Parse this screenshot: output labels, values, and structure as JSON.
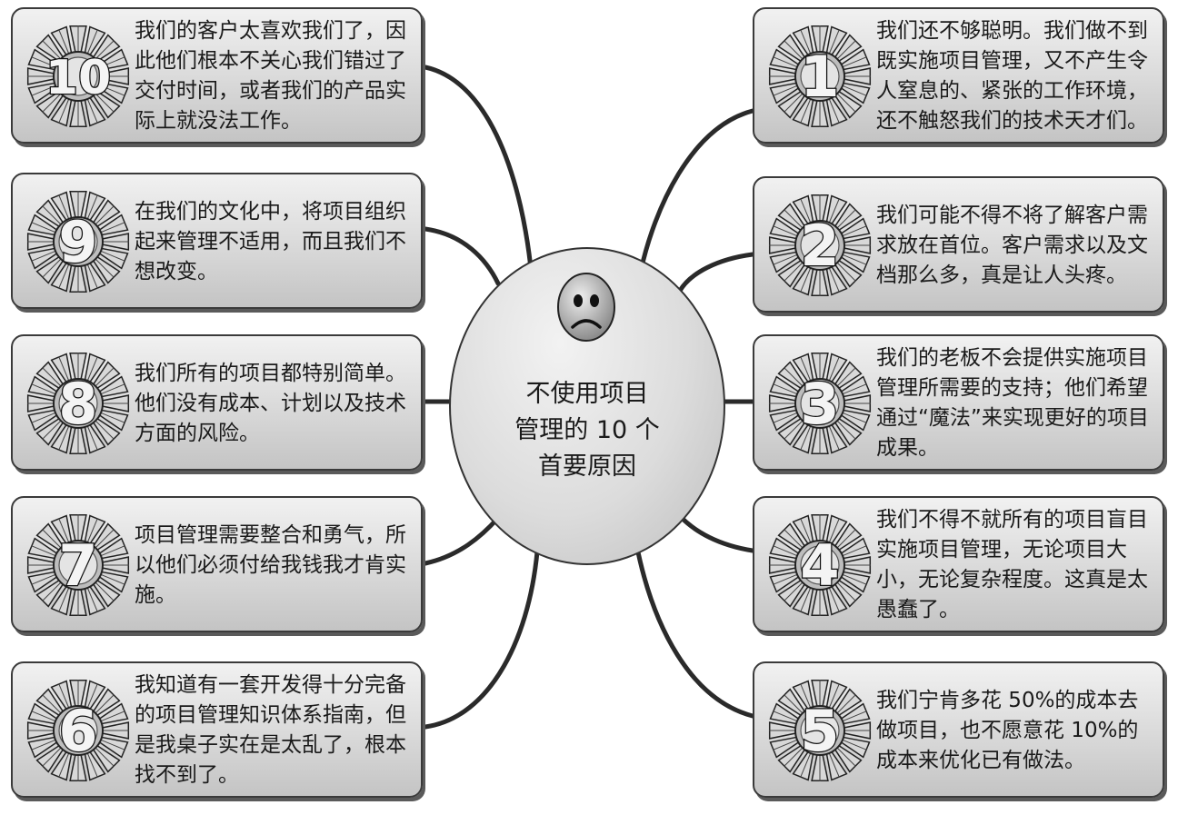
{
  "diagram": {
    "center_title_lines": [
      "不使用项目",
      "管理的 10 个",
      "首要原因"
    ],
    "center_icon": "sad-face-icon",
    "reasons": [
      {
        "number": "1",
        "text": "我们还不够聪明。我们做不到既实施项目管理，又不产生令人窒息的、紧张的工作环境，还不触怒我们的技术天才们。"
      },
      {
        "number": "2",
        "text": "我们可能不得不将了解客户需求放在首位。客户需求以及文档那么多，真是让人头疼。"
      },
      {
        "number": "3",
        "text": "我们的老板不会提供实施项目管理所需要的支持；他们希望通过“魔法”来实现更好的项目成果。"
      },
      {
        "number": "4",
        "text": "我们不得不就所有的项目盲目实施项目管理，无论项目大小，无论复杂程度。这真是太愚蠢了。"
      },
      {
        "number": "5",
        "text": "我们宁肯多花 50%的成本去做项目，也不愿意花 10%的成本来优化已有做法。"
      },
      {
        "number": "6",
        "text": "我知道有一套开发得十分完备的项目管理知识体系指南，但是我桌子实在是太乱了，根本找不到了。"
      },
      {
        "number": "7",
        "text": "项目管理需要整合和勇气，所以他们必须付给我钱我才肯实施。"
      },
      {
        "number": "8",
        "text": "我们所有的项目都特别简单。他们没有成本、计划以及技术方面的风险。"
      },
      {
        "number": "9",
        "text": "在我们的文化中，将项目组织起来管理不适用，而且我们不想改变。"
      },
      {
        "number": "10",
        "text": "我们的客户太喜欢我们了，因此他们根本不关心我们错过了交付时间，或者我们的产品实际上就没法工作。"
      }
    ]
  }
}
